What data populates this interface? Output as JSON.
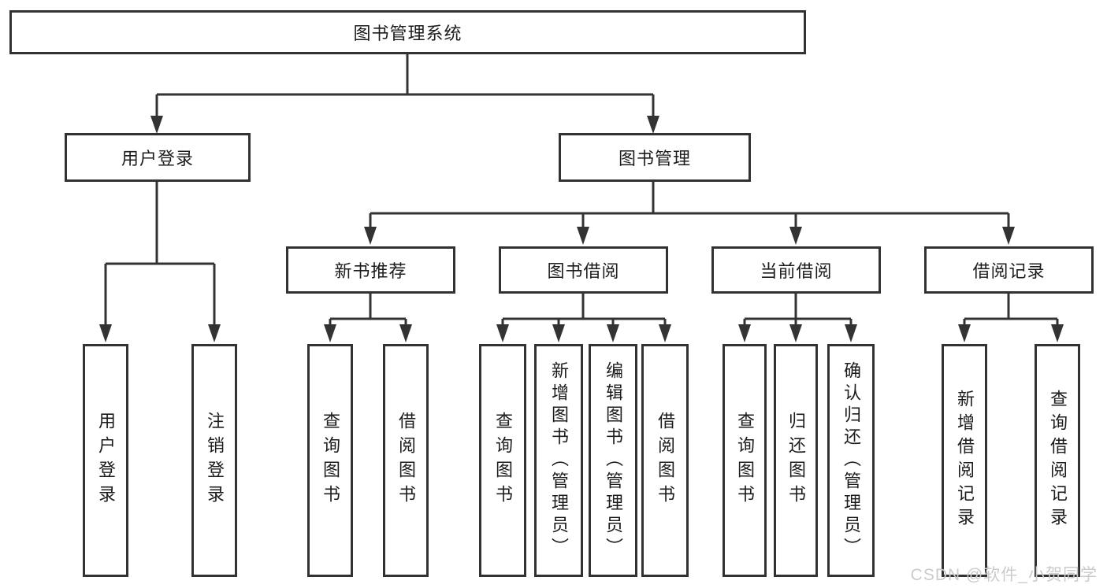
{
  "diagram": {
    "root": {
      "label": "图书管理系统"
    },
    "branches": [
      {
        "label": "用户登录",
        "children": [
          {
            "label": "用户登录"
          },
          {
            "label": "注销登录"
          }
        ]
      },
      {
        "label": "图书管理",
        "children": [
          {
            "label": "新书推荐",
            "children": [
              {
                "label": "查询图书"
              },
              {
                "label": "借阅图书"
              }
            ]
          },
          {
            "label": "图书借阅",
            "children": [
              {
                "label": "查询图书"
              },
              {
                "label": "新增图书（管理员）"
              },
              {
                "label": "编辑图书（管理员）"
              },
              {
                "label": "借阅图书"
              }
            ]
          },
          {
            "label": "当前借阅",
            "children": [
              {
                "label": "查询图书"
              },
              {
                "label": "归还图书"
              },
              {
                "label": "确认归还（管理员）"
              }
            ]
          },
          {
            "label": "借阅记录",
            "children": [
              {
                "label": "新增借阅记录"
              },
              {
                "label": "查询借阅记录"
              }
            ]
          }
        ]
      }
    ]
  },
  "watermark": {
    "text": "CSDN @软件_小贺同学"
  },
  "colors": {
    "line": "#333333",
    "border": "#323232",
    "text": "#1c1c1c",
    "watermark": "#cbcbcb",
    "background": "#ffffff"
  }
}
